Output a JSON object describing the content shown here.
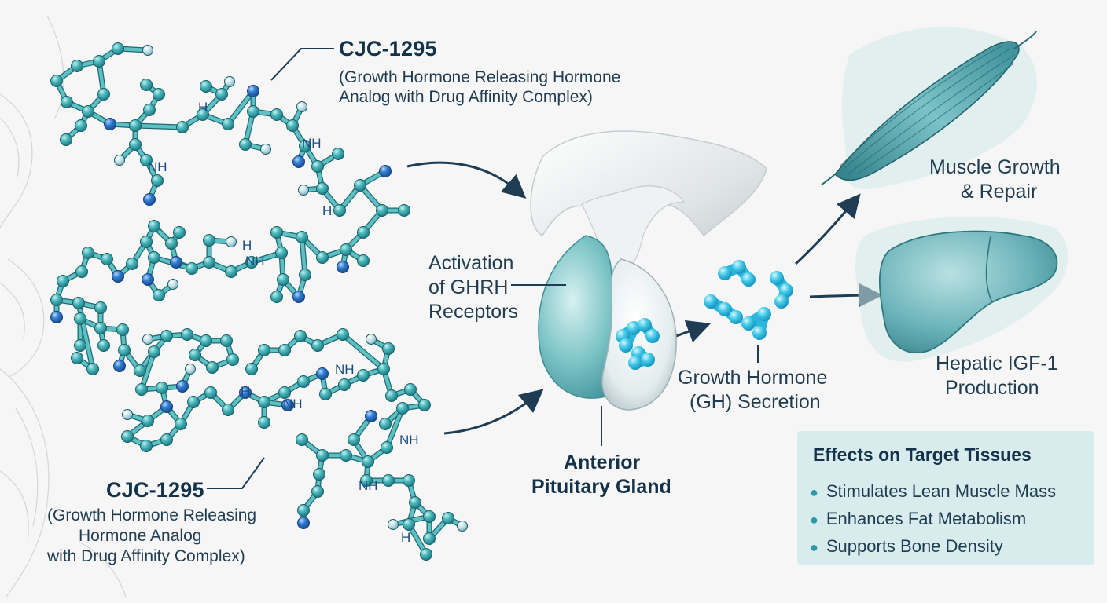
{
  "peptide_top": {
    "name": "CJC-1295",
    "desc_lines": [
      "(Growth Hormone Releasing Hormone",
      "Analog with Drug Affinity Complex)"
    ]
  },
  "peptide_bottom": {
    "name": "CJC-1295",
    "desc_lines": [
      "(Growth Hormone Releasing",
      "Hormone Analog",
      "with Drug Affinity Complex)"
    ]
  },
  "molecule_atom_label": "NH",
  "molecule_atom_label_h": "H",
  "activation": {
    "lines": [
      "Activation",
      "of GHRH",
      "Receptors"
    ]
  },
  "pituitary": {
    "lines": [
      "Anterior",
      "Pituitary Gland"
    ]
  },
  "gh": {
    "lines": [
      "Growth Hormone",
      "(GH) Secretion"
    ]
  },
  "muscle": {
    "lines": [
      "Muscle Growth",
      "& Repair"
    ]
  },
  "liver": {
    "lines": [
      "Hepatic IGF-1",
      "Production"
    ]
  },
  "effects": {
    "title": "Effects on Target Tissues",
    "items": [
      "Stimulates Lean Muscle Mass",
      "Enhances Fat Metabolism",
      "Supports Bone Density"
    ]
  },
  "colors": {
    "accent_teal": "#3aa8b0",
    "atom_blue": "#2a78c6",
    "atom_light": "#bfe0e8",
    "gh_cyan": "#3ec8e6",
    "arrow": "#1e3d55",
    "text": "#14324a",
    "panel": "#cde8ea"
  }
}
